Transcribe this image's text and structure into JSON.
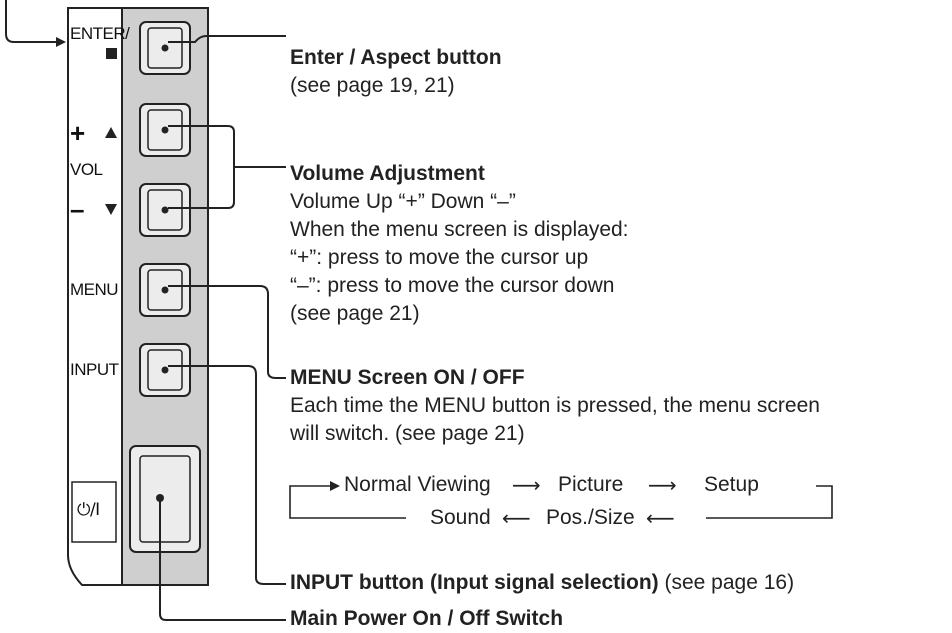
{
  "panel": {
    "enter_label": "ENTER/",
    "plus_symbol": "+",
    "vol_label": "VOL",
    "minus_symbol": "–",
    "menu_label": "MENU",
    "input_label": "INPUT",
    "power_label": "⏻/I"
  },
  "callouts": {
    "enter_title": "Enter / Aspect button",
    "enter_ref": "(see page 19, 21)",
    "volume_title": "Volume Adjustment",
    "volume_line1": "Volume Up “+” Down “–”",
    "volume_line2": "When the menu screen is displayed:",
    "volume_line3": "“+”: press to move the cursor up",
    "volume_line4": "“–”: press to move the cursor down",
    "volume_ref": "(see page 21)",
    "menu_title": "MENU Screen ON / OFF",
    "menu_line1": "Each time the MENU button is pressed, the menu screen",
    "menu_line2": "will switch. (see page 21)",
    "input_title": "INPUT button (Input signal selection)",
    "input_ref": "(see page 16)",
    "power_title": "Main Power On / Off Switch"
  },
  "menu_cycle": {
    "normal": "Normal Viewing",
    "picture": "Picture",
    "setup": "Setup",
    "possize": "Pos./Size",
    "sound": "Sound"
  }
}
